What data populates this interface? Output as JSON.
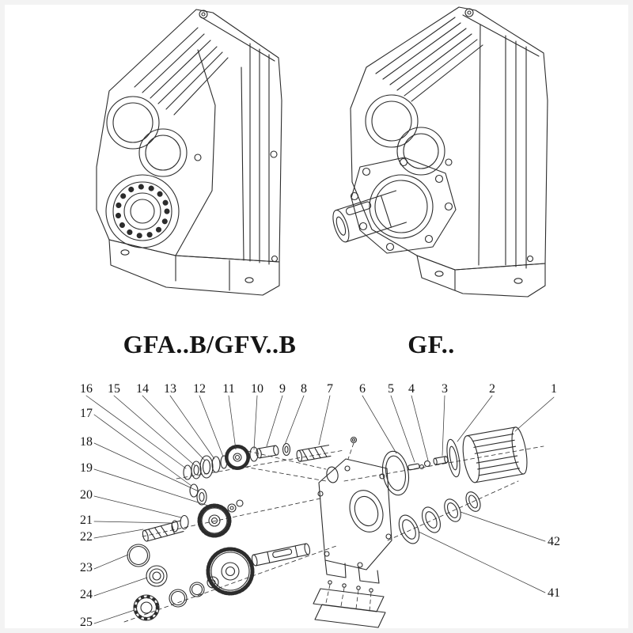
{
  "page": {
    "background": "#ffffff",
    "ink_color": "#2c2c2c"
  },
  "figures": {
    "left_model_label": "GFA..B/GFV..B",
    "right_model_label": "GF.."
  },
  "exploded": {
    "callouts_top": [
      "16",
      "15",
      "14",
      "13",
      "12",
      "11",
      "10",
      "9",
      "8",
      "7",
      "6",
      "5",
      "4",
      "3",
      "2",
      "1"
    ],
    "callouts_left": [
      "17",
      "18",
      "19",
      "20",
      "21",
      "22",
      "23",
      "24",
      "25"
    ],
    "callouts_right": [
      "42",
      "41"
    ]
  }
}
